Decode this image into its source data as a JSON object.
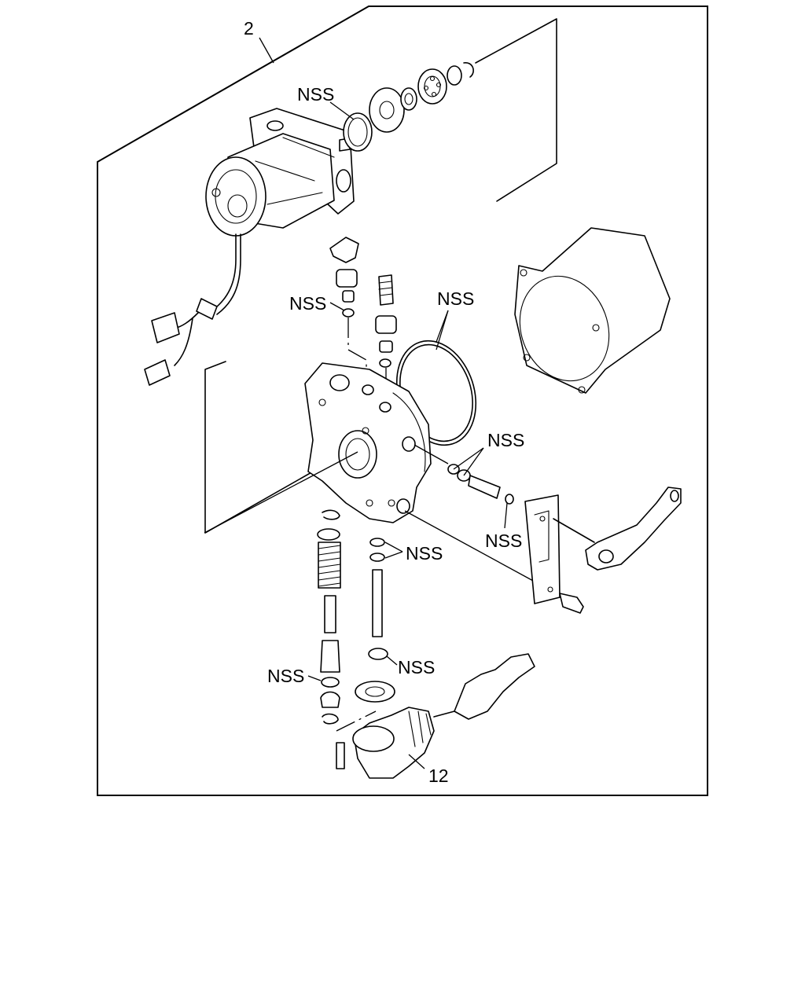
{
  "diagram": {
    "callouts": {
      "assembly_number": "2",
      "bottom_part_number": "12",
      "nss": "NSS"
    }
  }
}
